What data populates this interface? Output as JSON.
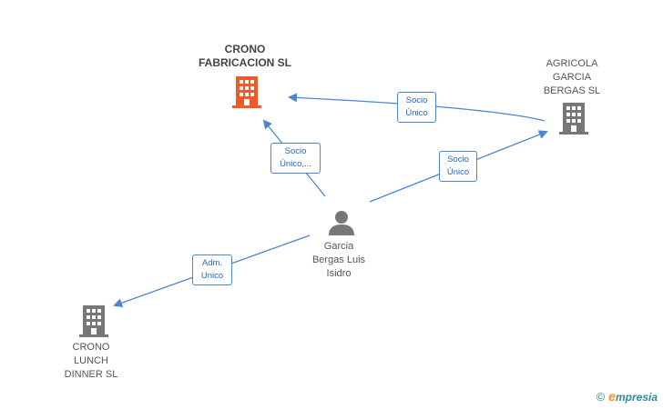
{
  "colors": {
    "edge": "#4a86d4",
    "main_company": "#f05a28",
    "company": "#777777",
    "person": "#777777"
  },
  "nodes": {
    "main_company": {
      "label": "CRONO\nFABRICACION SL",
      "icon": "building-icon"
    },
    "agricola": {
      "label": "AGRICOLA\nGARCIA\nBERGAS SL",
      "icon": "building-icon"
    },
    "person": {
      "label": "Garcia\nBergas Luis\nIsidro",
      "icon": "person-icon"
    },
    "lunch": {
      "label": "CRONO\nLUNCH\nDINNER SL",
      "icon": "building-icon"
    }
  },
  "edges": {
    "agricola_to_main": "Socio\nÚnico",
    "person_to_main": "Socio\nÚnico,...",
    "person_to_agricola": "Socio\nÚnico",
    "person_to_lunch": "Adm.\nUnico"
  },
  "footer": {
    "copyright": "©",
    "brand_initial": "e",
    "brand_rest": "mpresia"
  }
}
